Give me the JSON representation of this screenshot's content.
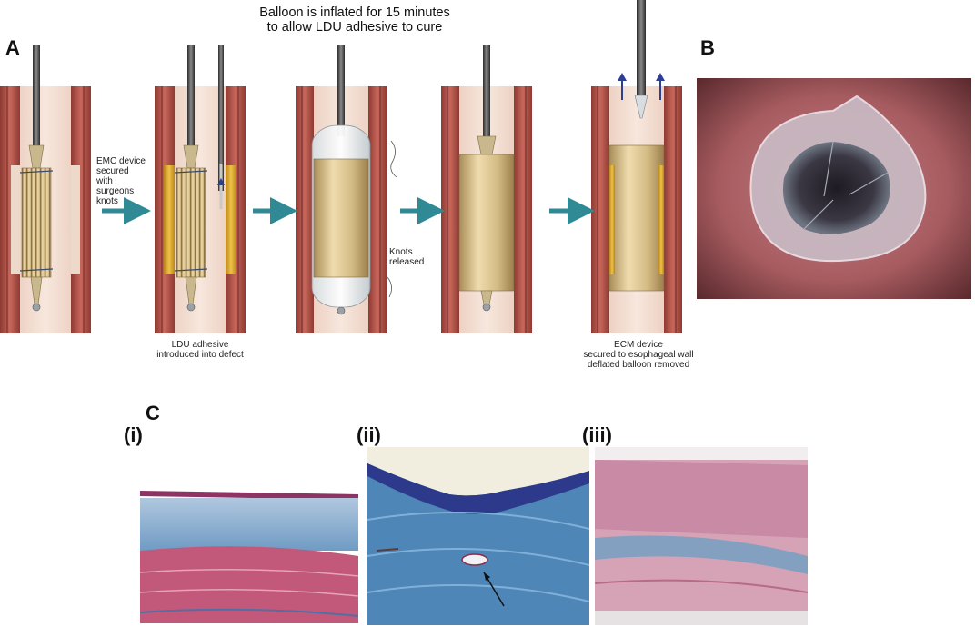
{
  "panel_labels": {
    "a": "A",
    "b": "B",
    "c": "C"
  },
  "title": {
    "line1": "Balloon is inflated for 15 minutes",
    "line2": "to allow LDU adhesive to cure"
  },
  "annotations": {
    "emc_line1": "EMC device",
    "emc_line2": "secured",
    "emc_line3": "with",
    "emc_line4": "surgeons",
    "emc_line5": "knots",
    "ldu_line1": "LDU adhesive",
    "ldu_line2": "introduced into defect",
    "knots_line1": "Knots",
    "knots_line2": "released",
    "ecm_line1": "ECM device",
    "ecm_line2": "secured to esophageal wall",
    "ecm_line3": "deflated balloon removed"
  },
  "histology_labels": {
    "i": "(i)",
    "ii": "(ii)",
    "iii": "(iii)"
  },
  "colors": {
    "wall": "#b5574d",
    "wall_dark": "#7e2f2a",
    "lumen": "#f1ddd3",
    "device": "#d9c391",
    "adhesive": "#d8a52a",
    "arrow": "#2f8a95",
    "endoscopy": "#a95d60",
    "stain_blue": "#4f86b8",
    "stain_pink": "#c05a7a"
  }
}
